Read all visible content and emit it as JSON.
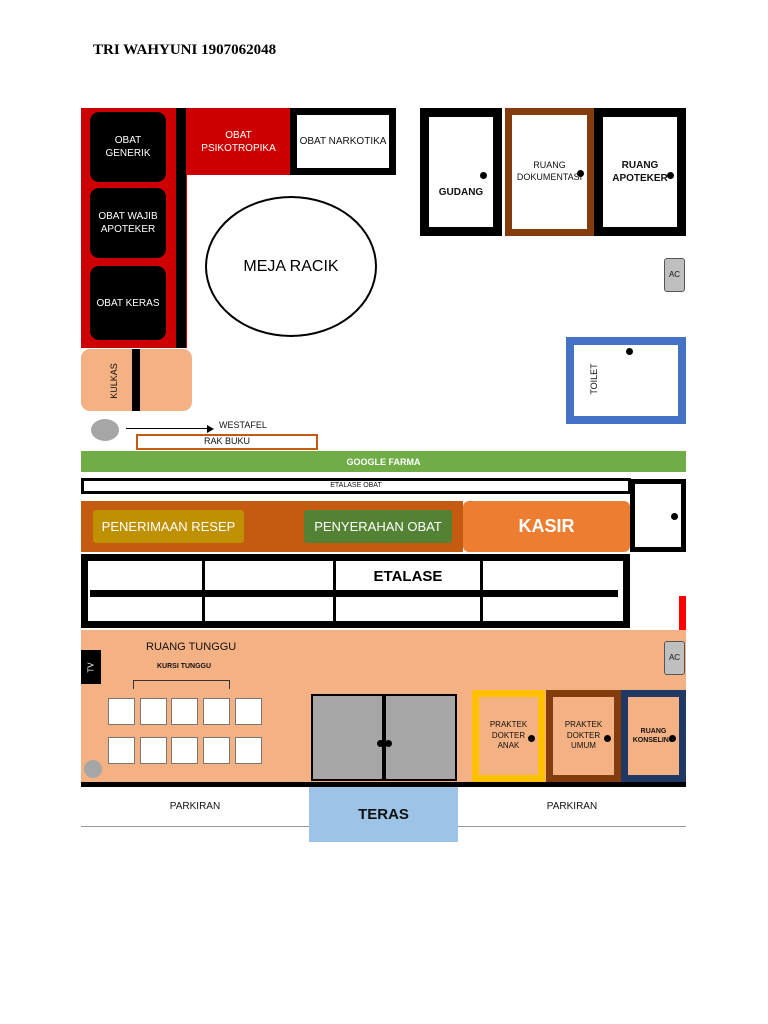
{
  "header": {
    "author": "TRI WAHYUNI 1907062048"
  },
  "rooms": {
    "obat_generik": "OBAT GENERIK",
    "obat_wajib_apoteker": "OBAT WAJIB APOTEKER",
    "obat_keras": "OBAT KERAS",
    "obat_psikotropika": "OBAT PSIKOTROPIKA",
    "obat_narkotika": "OBAT NARKOTIKA",
    "gudang": "GUDANG",
    "ruang_dokumentasi": "RUANG DOKUMENTASI",
    "ruang_apoteker": "RUANG APOTEKER",
    "ac_top": "AC",
    "meja_racik": "MEJA RACIK",
    "kulkas": "KULKAS",
    "toilet": "TOILET",
    "westafel": "WESTAFEL",
    "rak_buku": "RAK BUKU",
    "google_farma": "GOOGLE FARMA",
    "etalase_obat": "ETALASE OBAT",
    "penerimaan_resep": "PENERIMAAN RESEP",
    "penyerahan_obat": "PENYERAHAN OBAT",
    "kasir": "KASIR",
    "etalase": "ETALASE",
    "ruang_tunggu": "RUANG TUNGGU",
    "kursi_tunggu": "KURSI TUNGGU",
    "tv": "TV",
    "ac_bottom": "AC",
    "praktek_dokter_anak": "PRAKTEK DOKTER ANAK",
    "praktek_dokter_umum": "PRAKTEK DOKTER UMUM",
    "ruang_konseling": "RUANG KONSELING",
    "parkiran_left": "PARKIRAN",
    "parkiran_right": "PARKIRAN",
    "teras": "TERAS"
  },
  "colors": {
    "red": "#cc0000",
    "brown": "#8b3a0f",
    "blue": "#4472c4",
    "green": "#70ad47",
    "orange": "#c55a11",
    "salmon": "#f4b183",
    "kasir": "#ed7d31",
    "yellow": "#ffc000",
    "navy": "#1f3864",
    "teras": "#9dc3e6"
  }
}
